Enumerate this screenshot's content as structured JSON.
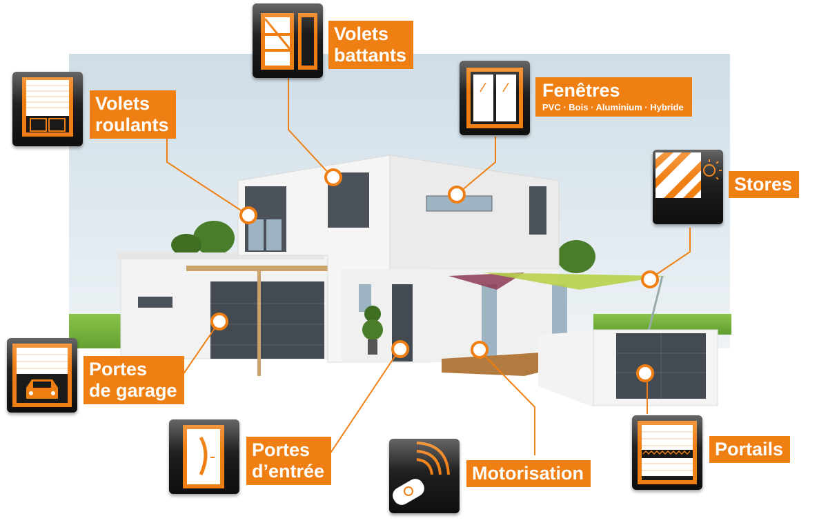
{
  "palette": {
    "accent": "#f07f13",
    "icon_bg": "#1c1c1c",
    "sky": "#d9e4ec",
    "grass": "#7cb342",
    "wall": "#f4f4f4",
    "door": "#3b4148"
  },
  "callouts": [
    {
      "id": "volets-roulants",
      "lines": [
        "Volets",
        "roulants"
      ],
      "icon": "roller-shutter-icon"
    },
    {
      "id": "volets-battants",
      "lines": [
        "Volets",
        "battants"
      ],
      "icon": "swing-shutter-icon"
    },
    {
      "id": "fenetres",
      "lines": [
        "Fenêtres"
      ],
      "sub": "PVC · Bois · Aluminium · Hybride",
      "icon": "window-icon"
    },
    {
      "id": "stores",
      "lines": [
        "Stores"
      ],
      "icon": "awning-sun-icon"
    },
    {
      "id": "portes-garage",
      "lines": [
        "Portes",
        "de garage"
      ],
      "icon": "garage-car-icon"
    },
    {
      "id": "portes-entree",
      "lines": [
        "Portes",
        "d’entrée"
      ],
      "icon": "front-door-icon"
    },
    {
      "id": "motorisation",
      "lines": [
        "Motorisation"
      ],
      "icon": "remote-control-icon"
    },
    {
      "id": "portails",
      "lines": [
        "Portails"
      ],
      "icon": "gate-icon"
    }
  ]
}
